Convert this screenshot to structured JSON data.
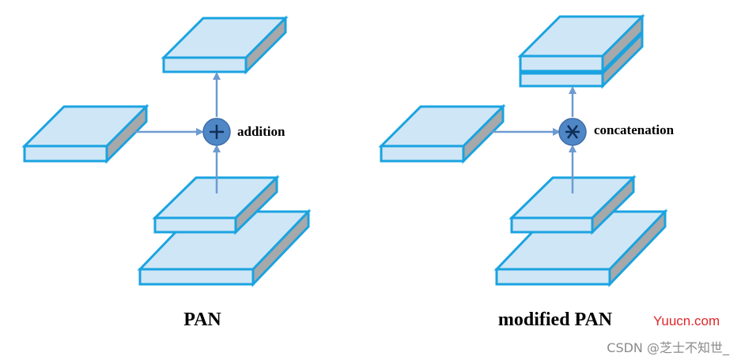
{
  "left_diagram": {
    "operation_label": "addition",
    "caption": "PAN"
  },
  "right_diagram": {
    "operation_label": "concatenation",
    "caption": "modified PAN"
  },
  "watermarks": {
    "site": "Yuucn.com",
    "author": "CSDN @芝士不知世_"
  },
  "colors": {
    "block_fill": "#cfe6f6",
    "block_stroke": "#1aa3e0",
    "block_side": "#a7a8aa",
    "arrow": "#6d9bd0",
    "operator_circle": "#4f86c6"
  },
  "icons": {
    "left_operator": "plus-circle-icon",
    "right_operator": "asterisk-circle-icon"
  }
}
